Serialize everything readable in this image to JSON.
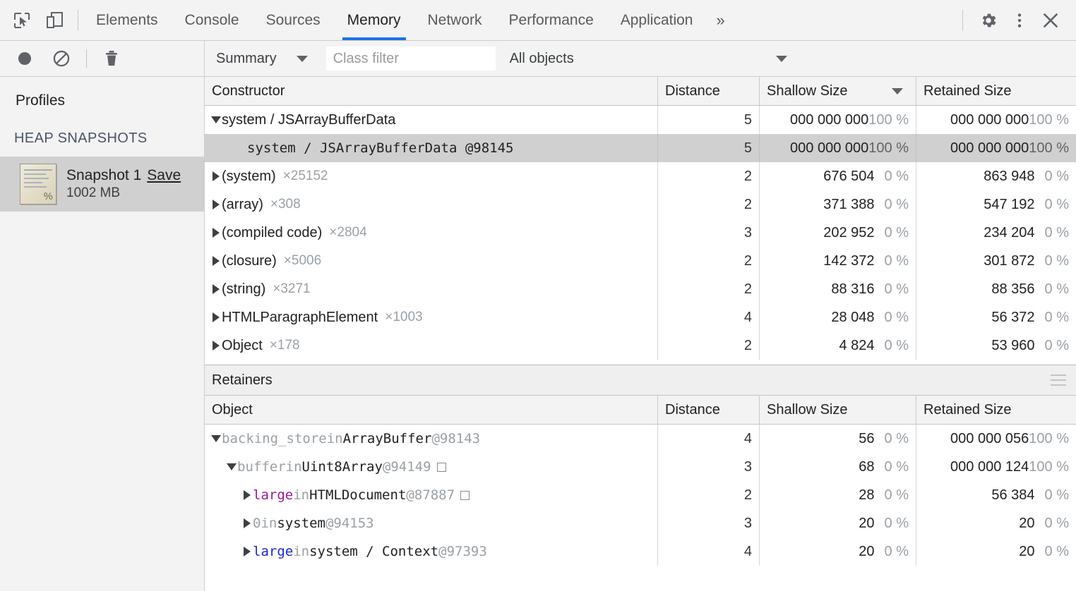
{
  "window": {
    "title": "Chrome DevTools - Memory"
  },
  "tabbar": {
    "inspect_icon": "inspect-element-icon",
    "device_icon": "device-toolbar-icon",
    "tabs": [
      {
        "label": "Elements",
        "selected": false
      },
      {
        "label": "Console",
        "selected": false
      },
      {
        "label": "Sources",
        "selected": false
      },
      {
        "label": "Memory",
        "selected": true
      },
      {
        "label": "Network",
        "selected": false
      },
      {
        "label": "Performance",
        "selected": false
      },
      {
        "label": "Application",
        "selected": false
      }
    ],
    "more_tabs_label": "»",
    "settings_icon": "gear-icon",
    "more_options_icon": "kebab-menu-icon",
    "close_icon": "close-icon",
    "accent_color": "#1a73e8"
  },
  "toolbar": {
    "record_icon": "record-circle-icon",
    "clear_icon": "no-entry-icon",
    "delete_icon": "trash-icon",
    "view_select": "Summary",
    "class_filter_placeholder": "Class filter",
    "class_filter_value": "",
    "objects_select": "All objects"
  },
  "sidebar": {
    "title": "Profiles",
    "section": "HEAP SNAPSHOTS",
    "snapshot": {
      "name": "Snapshot 1",
      "save_label": "Save",
      "size": "1002 MB",
      "thumb_icon": "heap-snapshot-thumbnail-icon",
      "selected": true
    }
  },
  "constructors_grid": {
    "columns": [
      "Constructor",
      "Distance",
      "Shallow Size",
      "Retained Size"
    ],
    "sorted_column": "Shallow Size",
    "sort_direction": "desc",
    "rows": [
      {
        "name": "system / JSArrayBufferData",
        "count": "",
        "indent": 0,
        "expanded": true,
        "mono": false,
        "selected": false,
        "distance": "5",
        "shallow_size": "000 000 000",
        "shallow_pct": "100 %",
        "retained_size": "000 000 000",
        "retained_pct": "100 %",
        "tight": true
      },
      {
        "name": "system / JSArrayBufferData @98145",
        "count": "",
        "indent": 1,
        "expanded": null,
        "mono": true,
        "selected": true,
        "distance": "5",
        "shallow_size": "000 000 000",
        "shallow_pct": "100 %",
        "retained_size": "000 000 000",
        "retained_pct": "100 %",
        "tight": true
      },
      {
        "name": "(system)",
        "count": "×25152",
        "indent": 0,
        "expanded": false,
        "mono": false,
        "selected": false,
        "distance": "2",
        "shallow_size": "676 504",
        "shallow_pct": "0 %",
        "retained_size": "863 948",
        "retained_pct": "0 %",
        "tight": false
      },
      {
        "name": "(array)",
        "count": "×308",
        "indent": 0,
        "expanded": false,
        "mono": false,
        "selected": false,
        "distance": "2",
        "shallow_size": "371 388",
        "shallow_pct": "0 %",
        "retained_size": "547 192",
        "retained_pct": "0 %",
        "tight": false
      },
      {
        "name": "(compiled code)",
        "count": "×2804",
        "indent": 0,
        "expanded": false,
        "mono": false,
        "selected": false,
        "distance": "3",
        "shallow_size": "202 952",
        "shallow_pct": "0 %",
        "retained_size": "234 204",
        "retained_pct": "0 %",
        "tight": false
      },
      {
        "name": "(closure)",
        "count": "×5006",
        "indent": 0,
        "expanded": false,
        "mono": false,
        "selected": false,
        "distance": "2",
        "shallow_size": "142 372",
        "shallow_pct": "0 %",
        "retained_size": "301 872",
        "retained_pct": "0 %",
        "tight": false
      },
      {
        "name": "(string)",
        "count": "×3271",
        "indent": 0,
        "expanded": false,
        "mono": false,
        "selected": false,
        "distance": "2",
        "shallow_size": "88 316",
        "shallow_pct": "0 %",
        "retained_size": "88 356",
        "retained_pct": "0 %",
        "tight": false
      },
      {
        "name": "HTMLParagraphElement",
        "count": "×1003",
        "indent": 0,
        "expanded": false,
        "mono": false,
        "selected": false,
        "distance": "4",
        "shallow_size": "28 048",
        "shallow_pct": "0 %",
        "retained_size": "56 372",
        "retained_pct": "0 %",
        "tight": false
      },
      {
        "name": "Object",
        "count": "×178",
        "indent": 0,
        "expanded": false,
        "mono": false,
        "selected": false,
        "distance": "2",
        "shallow_size": "4 824",
        "shallow_pct": "0 %",
        "retained_size": "53 960",
        "retained_pct": "0 %",
        "tight": false
      }
    ]
  },
  "retainers_panel": {
    "title": "Retainers",
    "menu_icon": "hamburger-menu-icon",
    "columns": [
      "Object",
      "Distance",
      "Shallow Size",
      "Retained Size"
    ],
    "rows": [
      {
        "prop": "backing_store",
        "prop_color": "gray",
        "in": "in",
        "class": "ArrayBuffer",
        "id": "@98143",
        "has_box": false,
        "indent": 0,
        "expanded": true,
        "distance": "4",
        "shallow_size": "56",
        "shallow_pct": "0 %",
        "retained_size": "000 000 056",
        "retained_pct": "100 %",
        "tight": true
      },
      {
        "prop": "buffer",
        "prop_color": "gray",
        "in": "in",
        "class": "Uint8Array",
        "id": "@94149",
        "has_box": true,
        "indent": 1,
        "expanded": true,
        "distance": "3",
        "shallow_size": "68",
        "shallow_pct": "0 %",
        "retained_size": "000 000 124",
        "retained_pct": "100 %",
        "tight": true
      },
      {
        "prop": "large",
        "prop_color": "purple",
        "in": "in",
        "class": "HTMLDocument",
        "id": "@87887",
        "has_box": true,
        "indent": 2,
        "expanded": false,
        "distance": "2",
        "shallow_size": "28",
        "shallow_pct": "0 %",
        "retained_size": "56 384",
        "retained_pct": "0 %",
        "tight": false
      },
      {
        "prop": "0",
        "prop_color": "gray",
        "in": "in",
        "class": "system",
        "id": "@94153",
        "has_box": false,
        "indent": 2,
        "expanded": false,
        "distance": "3",
        "shallow_size": "20",
        "shallow_pct": "0 %",
        "retained_size": "20",
        "retained_pct": "0 %",
        "tight": false
      },
      {
        "prop": "large",
        "prop_color": "blue",
        "in": "in",
        "class": "system / Context",
        "id": "@97393",
        "has_box": false,
        "indent": 2,
        "expanded": false,
        "distance": "4",
        "shallow_size": "20",
        "shallow_pct": "0 %",
        "retained_size": "20",
        "retained_pct": "0 %",
        "tight": false
      }
    ]
  }
}
